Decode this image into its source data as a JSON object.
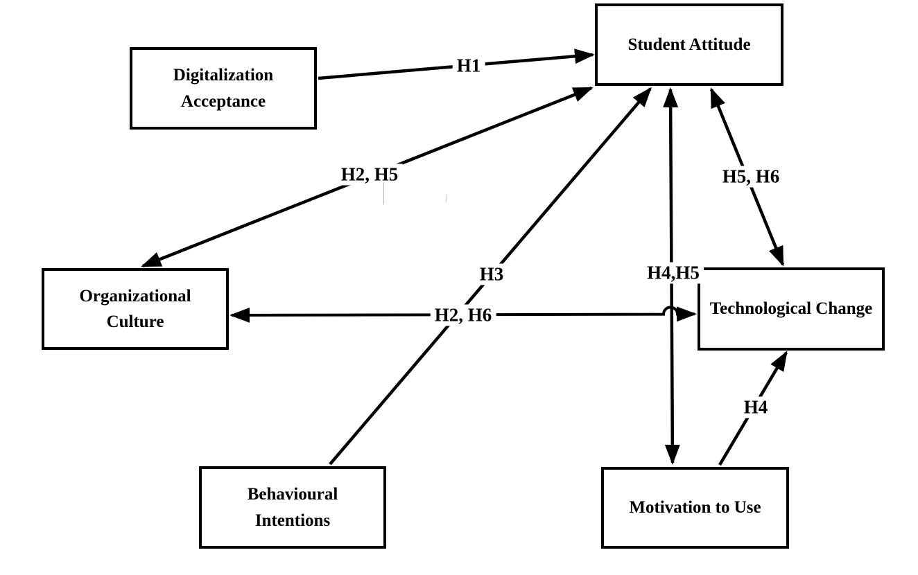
{
  "diagram": {
    "type": "hypothesis-model-flowchart",
    "colors": {
      "background": "#ffffff",
      "line": "#000000",
      "text": "#000000",
      "node_fill": "#ffffff",
      "node_border": "#000000"
    },
    "nodes": [
      {
        "id": "digitalization-acceptance",
        "label": "Digitalization Acceptance"
      },
      {
        "id": "student-attitude",
        "label": "Student Attitude"
      },
      {
        "id": "organizational-culture",
        "label": "Organizational Culture"
      },
      {
        "id": "technological-change",
        "label": "Technological Change"
      },
      {
        "id": "behavioural-intentions",
        "label": "Behavioural Intentions"
      },
      {
        "id": "motivation-to-use",
        "label": "Motivation to Use"
      }
    ],
    "connectors": [
      {
        "id": "h1",
        "label": "H1",
        "from": "digitalization-acceptance",
        "to": "student-attitude",
        "heads": "single"
      },
      {
        "id": "h2-h5",
        "label": "H2, H5",
        "from": "student-attitude",
        "to": "organizational-culture",
        "heads": "double"
      },
      {
        "id": "h3",
        "label": "H3",
        "from": "behavioural-intentions",
        "to": "student-attitude",
        "heads": "single"
      },
      {
        "id": "h4-h5",
        "label": "H4,H5",
        "from": "student-attitude",
        "to": "motivation-to-use",
        "heads": "double"
      },
      {
        "id": "h5-h6",
        "label": "H5, H6",
        "from": "student-attitude",
        "to": "technological-change",
        "heads": "double"
      },
      {
        "id": "h2-h6",
        "label": "H2, H6",
        "from": "technological-change",
        "to": "organizational-culture",
        "heads": "double"
      },
      {
        "id": "h4",
        "label": "H4",
        "from": "motivation-to-use",
        "to": "technological-change",
        "heads": "single"
      }
    ]
  }
}
